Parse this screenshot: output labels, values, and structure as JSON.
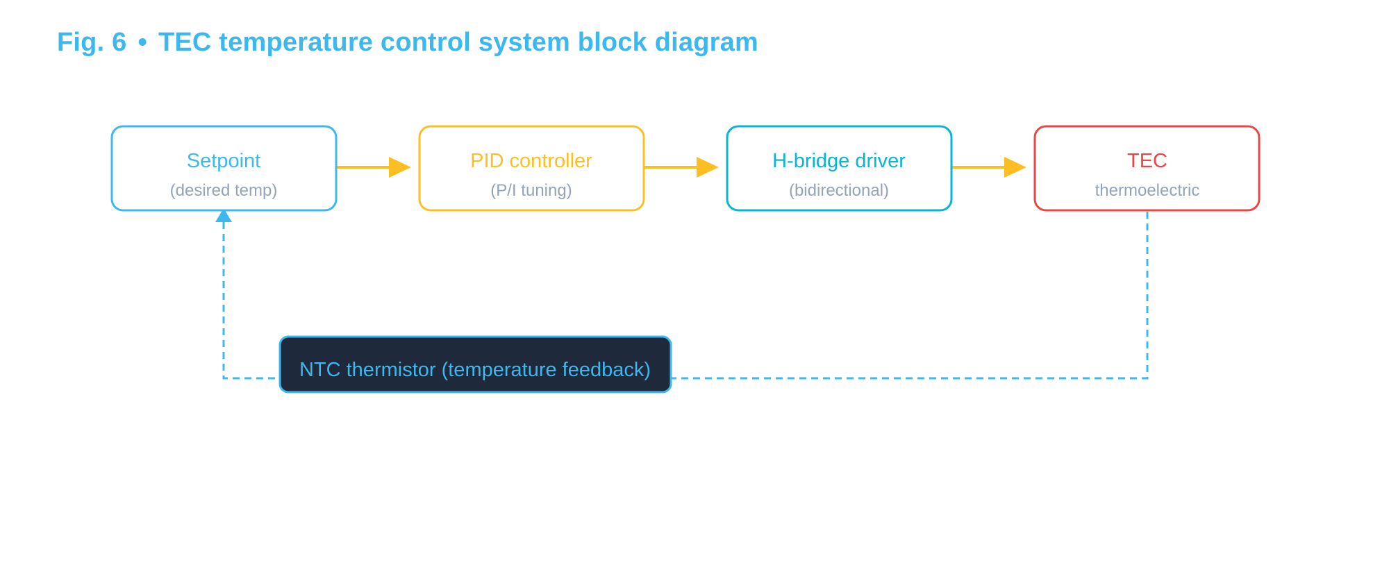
{
  "figure": {
    "number": "Fig. 6",
    "separator": "•",
    "title": "TEC temperature control system block diagram"
  },
  "colors": {
    "title": "#3db8ef",
    "setpoint": "#3db8ef",
    "pid": "#fbbf24",
    "hbridge": "#06b6d4",
    "tec": "#ef4444",
    "subtext": "#94a3b8",
    "signal_arrow": "#fbbf24",
    "feedback_line": "#3db8ef",
    "feedback_box_fill": "#1e293b"
  },
  "blocks": [
    {
      "id": "setpoint",
      "title": "Setpoint",
      "subtitle": "(desired temp)"
    },
    {
      "id": "pid",
      "title": "PID controller",
      "subtitle": "(P/I tuning)"
    },
    {
      "id": "hbridge",
      "title": "H-bridge driver",
      "subtitle": "(bidirectional)"
    },
    {
      "id": "tec",
      "title": "TEC",
      "subtitle": "thermoelectric"
    }
  ],
  "feedback": {
    "label": "NTC thermistor (temperature feedback)"
  }
}
